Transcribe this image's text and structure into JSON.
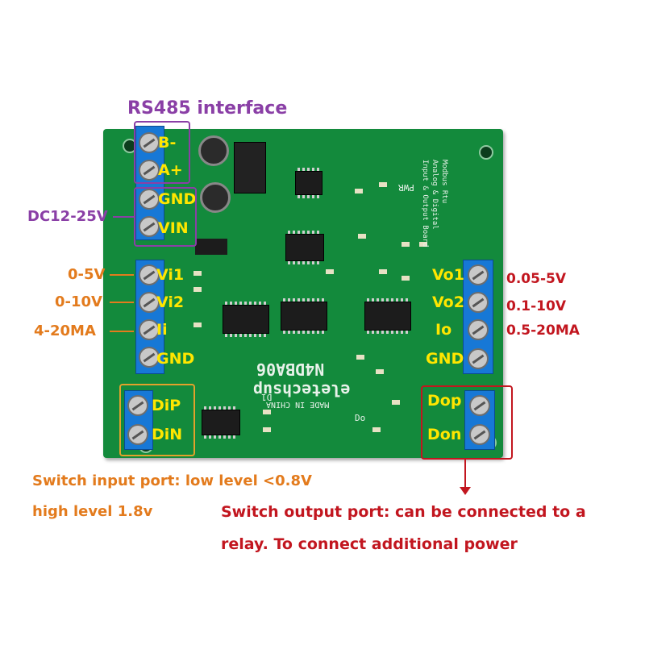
{
  "labels": {
    "rs485": "RS485 interface",
    "dc": "DC12-25V",
    "in_0_5v": "0-5V",
    "in_0_10v": "0-10V",
    "in_4_20ma": "4-20MA",
    "out_0_05_5v": "0.05-5V",
    "out_0_1_10v": "0.1-10V",
    "out_0_5_20ma": "0.5-20MA",
    "switch_input_1": "Switch input port: low level <0.8V",
    "switch_input_2": "high level 1.8v",
    "switch_output_1": "Switch output port: can be connected to a",
    "switch_output_2": "relay. To connect additional power"
  },
  "pins": {
    "b_minus": "B-",
    "a_plus": "A+",
    "gnd_power": "GND",
    "vin": "VIN",
    "vi1": "Vi1",
    "vi2": "Vi2",
    "ii": "Ii",
    "gnd_in": "GND",
    "dip": "DiP",
    "din": "DiN",
    "vo1": "Vo1",
    "vo2": "Vo2",
    "io": "Io",
    "gnd_out": "GND",
    "dop": "Dop",
    "don": "Don"
  },
  "silkscreen": {
    "model": "N4DBA06",
    "brand": "eletechsup",
    "made": "MADE IN CHINA",
    "pwr": "PWR",
    "board_desc_1": "Modbus Rtu",
    "board_desc_2": "Analog & Digital",
    "board_desc_3": "Input & Output Board",
    "d1": "D1",
    "do": "Do"
  },
  "colors": {
    "board": "#138a3c",
    "terminal": "#1778d6",
    "pin_text": "#ffe600",
    "orange": "#e37b1d",
    "purple": "#8a3fa6",
    "red": "#c2161f"
  }
}
